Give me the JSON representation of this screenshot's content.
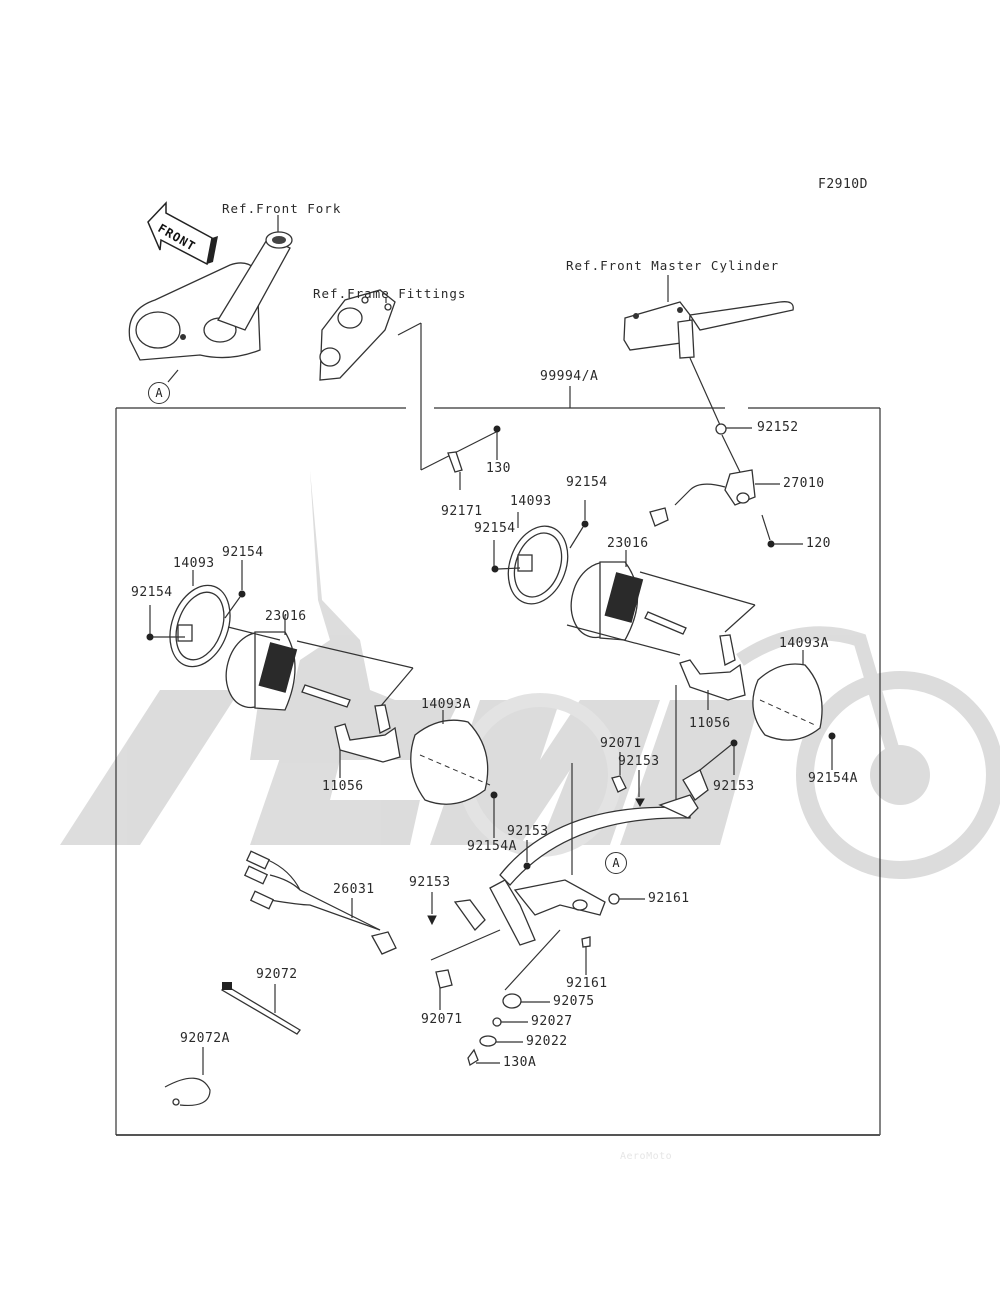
{
  "diagram": {
    "figure_code": "F2910D",
    "front_arrow": "FRONT",
    "kit_label": "99994/A",
    "references": {
      "front_fork": "Ref.Front Fork",
      "frame_fittings": "Ref.Frame Fittings",
      "front_master_cylinder": "Ref.Front Master Cylinder"
    },
    "callout_marker": "A",
    "watermark": "AeroMoto",
    "parts": {
      "p130": "130",
      "p92171": "92171",
      "p92152": "92152",
      "p27010": "27010",
      "p120": "120",
      "r14093": "14093",
      "r92154a": "92154",
      "r92154b": "92154",
      "r23016": "23016",
      "l14093": "14093",
      "l92154a": "92154",
      "l92154b": "92154",
      "l23016": "23016",
      "l14093A": "14093A",
      "l11056": "11056",
      "l92154A": "92154A",
      "r14093A": "14093A",
      "r11056": "11056",
      "r92154A": "92154A",
      "p92071a": "92071",
      "p92153a": "92153",
      "p92153b": "92153",
      "p92153c": "92153",
      "p92153d": "92153",
      "p92161a": "92161",
      "p92161b": "92161",
      "p26031": "26031",
      "p92072": "92072",
      "p92072A": "92072A",
      "p92071b": "92071",
      "p92075": "92075",
      "p92027": "92027",
      "p92022": "92022",
      "p130A": "130A"
    }
  }
}
